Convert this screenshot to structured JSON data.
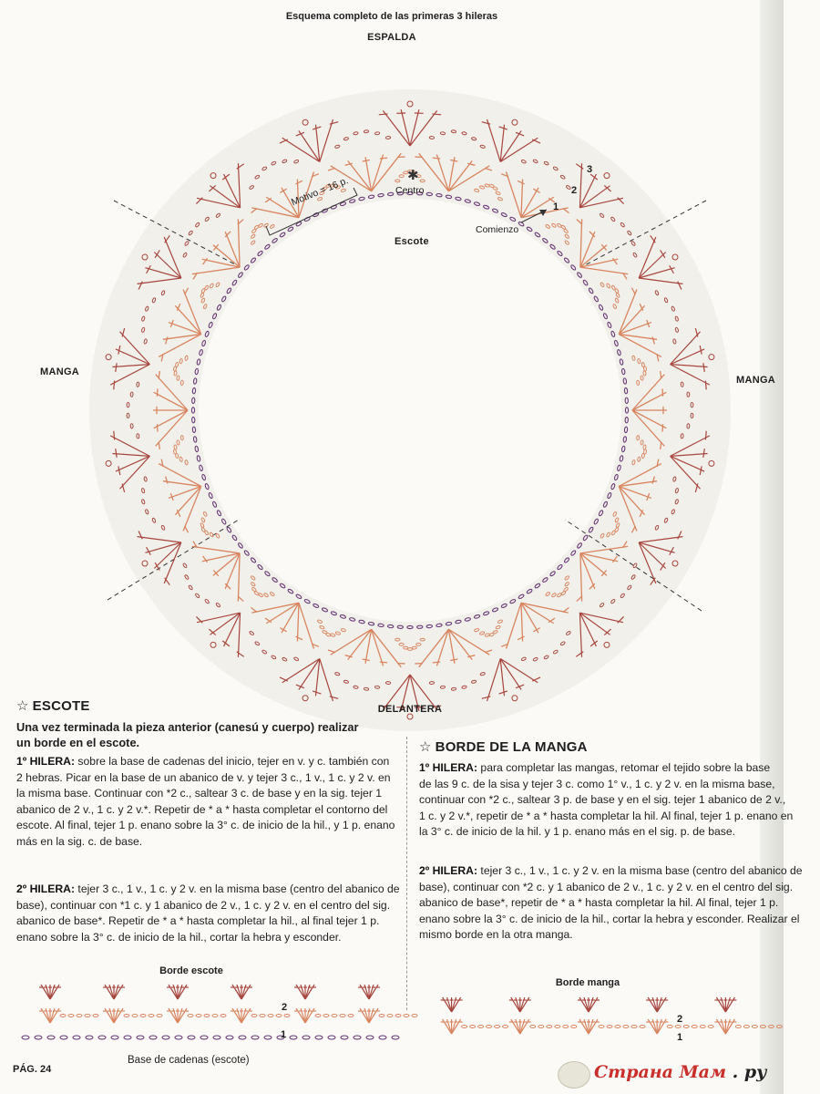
{
  "header": {
    "title": "Esquema completo de las primeras 3 hileras"
  },
  "diagram": {
    "top_label": "ESPALDA",
    "bottom_label": "DELANTERA",
    "left_label": "MANGA",
    "right_label": "MANGA",
    "center_label": "Escote",
    "centro_label": "Centro",
    "centro_symbol": "✱",
    "motivo_label": "Motivo = 16 p.",
    "comienzo_label": "Comienzo",
    "row_numbers": [
      "1",
      "2",
      "3"
    ],
    "colors": {
      "row1": "#6a3a78",
      "row2": "#d98560",
      "row3": "#a8453e"
    }
  },
  "escote": {
    "title": "ESCOTE",
    "star": "☆",
    "intro_line1": "Una vez terminada la pieza anterior (canesú y cuerpo) realizar",
    "intro_line2": "un borde en el escote.",
    "row1_label": "1º HILERA:",
    "row1_lines": [
      " sobre la base de cadenas del inicio, tejer en v. y c. también con",
      "2 hebras. Picar en la base de un abanico de v. y tejer 3 c., 1 v., 1 c. y 2 v. en",
      "la misma base. Continuar con *2 c., saltear 3 c. de base y en la sig. tejer 1",
      "abanico de 2 v., 1 c. y 2 v.*. Repetir de * a * hasta completar el contorno del",
      "escote. Al final, tejer 1 p. enano sobre la 3° c. de inicio de la hil., y 1 p. enano",
      "más en la sig. c. de base."
    ],
    "row2_label": "2º HILERA:",
    "row2_lines": [
      " tejer 3 c., 1 v., 1 c. y 2 v. en la misma base (centro del abanico de",
      "base), continuar con *1 c. y 1 abanico de 2 v., 1 c. y 2 v. en el centro del sig.",
      "abanico de base*. Repetir de * a * hasta completar la hil., al final tejer 1 p.",
      "enano sobre la 3° c. de inicio de la hil., cortar la hebra y esconder."
    ]
  },
  "manga": {
    "title": "BORDE DE LA MANGA",
    "star": "☆",
    "row1_label": "1º HILERA:",
    "row1_lines": [
      " para completar las mangas, retomar el tejido sobre la base",
      "de las 9 c. de la sisa y tejer 3 c. como 1° v., 1 c. y 2 v. en la misma base,",
      "continuar con *2 c., saltear 3 p. de base y en el sig. tejer 1 abanico de 2 v.,",
      "1 c. y 2 v.*, repetir de * a * hasta completar la hil. Al final, tejer 1 p. enano en",
      "la 3° c. de inicio de la hil. y 1 p. enano más en el sig. p. de base."
    ],
    "row2_label": "2º HILERA:",
    "row2_lines": [
      " tejer 3 c., 1 v., 1 c. y 2 v. en la misma base (centro del abanico de",
      "base), continuar con *2 c. y 1 abanico de 2 v., 1 c. y 2 v. en el centro del sig.",
      "abanico de base*, repetir de * a * hasta completar la hil. Al final, tejer 1 p.",
      "enano sobre la 3° c. de inicio de la hil., cortar la hebra y esconder. Realizar el",
      "mismo borde en la otra manga."
    ]
  },
  "strips": {
    "escote_title": "Borde escote",
    "escote_caption": "Base de cadenas (escote)",
    "manga_title": "Borde manga",
    "row_numbers": [
      "2",
      "1"
    ]
  },
  "footer": {
    "page": "PÁG. 24",
    "watermark_main": "Страна Мам",
    "watermark_dot": " . ",
    "watermark_ru": "ру"
  }
}
